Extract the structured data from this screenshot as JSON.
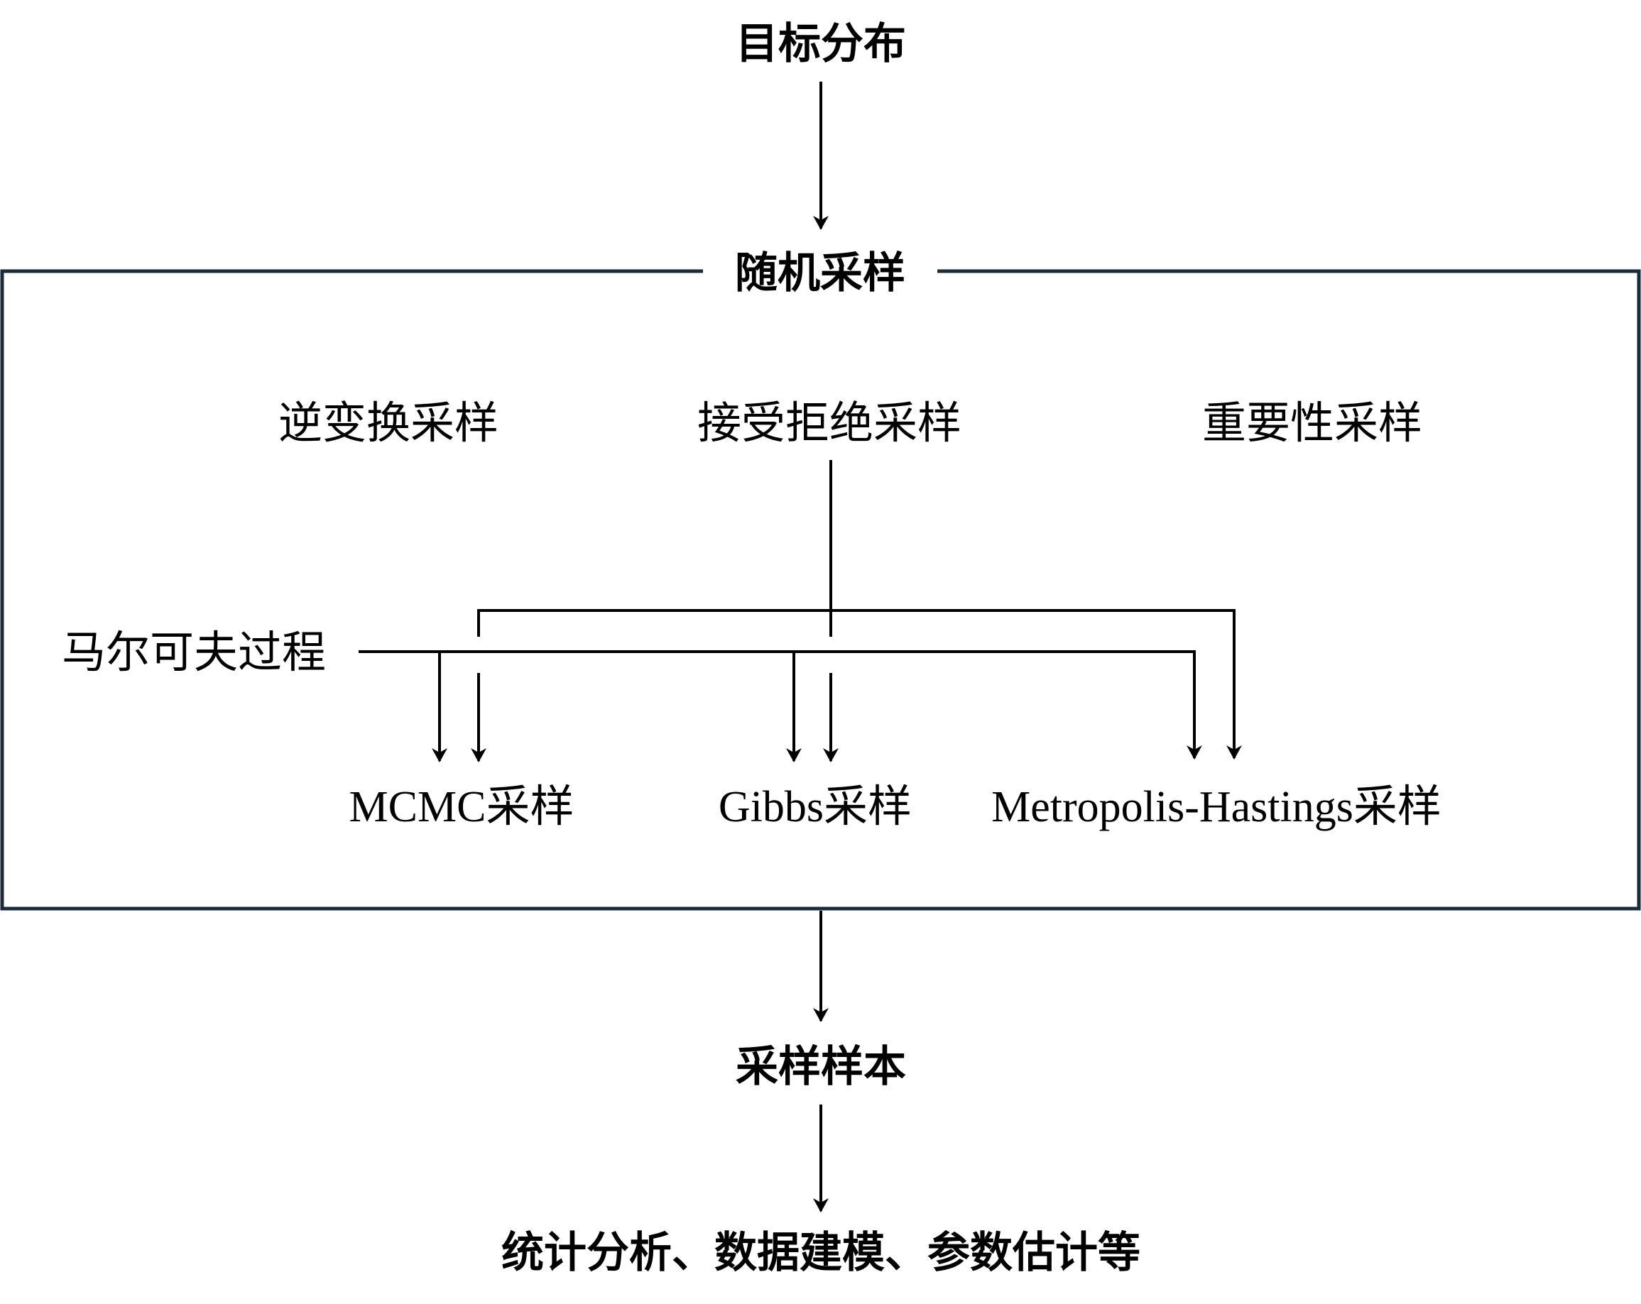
{
  "top": {
    "target_distribution": "目标分布"
  },
  "box": {
    "title": "随机采样",
    "border_color": "#1b2b3a"
  },
  "methods": {
    "inverse_transform": "逆变换采样",
    "accept_reject": "接受拒绝采样",
    "importance": "重要性采样",
    "markov_process": "马尔可夫过程"
  },
  "outputs": {
    "mcmc": "MCMC采样",
    "gibbs": "Gibbs采样",
    "metropolis_hastings": "Metropolis-Hastings采样"
  },
  "bottom": {
    "samples": "采样样本",
    "applications": "统计分析、数据建模、参数估计等"
  },
  "colors": {
    "line": "#000000",
    "text": "#000000"
  }
}
